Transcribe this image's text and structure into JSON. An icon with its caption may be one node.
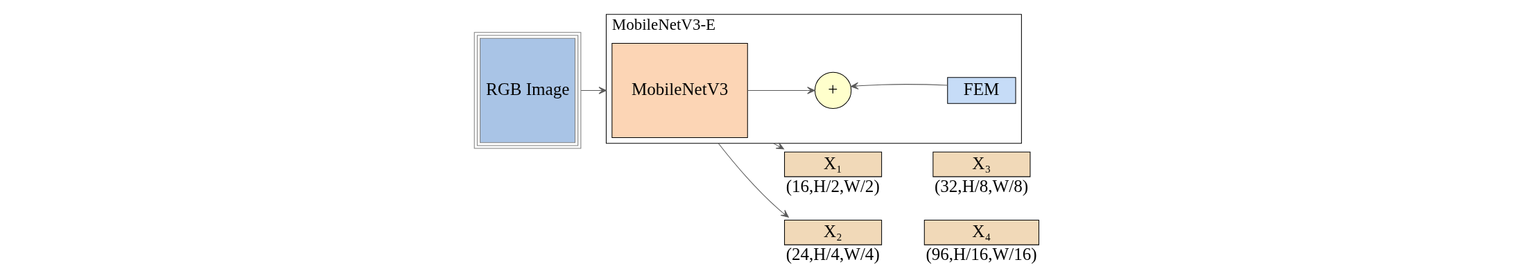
{
  "diagram": {
    "nodes": [
      {
        "text": [
          "RGB Image"
        ]
      },
      {
        "text": [
          "MobileNetV3-E"
        ]
      },
      {
        "text": [
          "MobileNetV3"
        ],
        "in": 1
      },
      {
        "text": [
          "+"
        ],
        "in": 1
      },
      {
        "text": [
          "FEM"
        ],
        "in": 1
      },
      {
        "text": [
          "X₁"
        ],
        "beside": [
          "(16,H/2,W/2)"
        ]
      },
      {
        "text": [
          "X₃"
        ],
        "beside": [
          "(32,H/8,W/8)"
        ]
      },
      {
        "text": [
          "X₂"
        ],
        "beside": [
          "(24,H/4,W/4)"
        ]
      },
      {
        "text": [
          "X₄"
        ],
        "beside": [
          "(96,H/16,W/16)"
        ]
      }
    ],
    "edges": [
      {
        "from": 0,
        "to": 1,
        "arrow": "to"
      },
      {
        "from": 2,
        "to": 3,
        "arrow": "to"
      },
      {
        "from": 4,
        "to": 3,
        "arrow": "to"
      },
      {
        "from": 1,
        "to": 5,
        "arrow": "to"
      },
      {
        "from": 1,
        "to": 7,
        "arrow": "to"
      }
    ]
  }
}
